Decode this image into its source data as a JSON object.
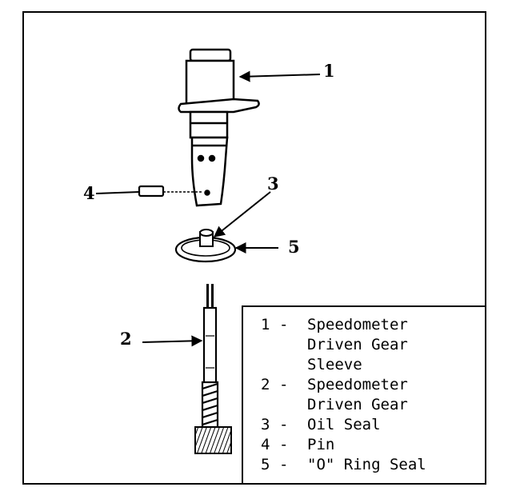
{
  "callouts": [
    "1",
    "2",
    "3",
    "4",
    "5"
  ],
  "legend": [
    {
      "num": "1",
      "dash": "-",
      "text": "Speedometer\nDriven Gear\nSleeve"
    },
    {
      "num": "2",
      "dash": "-",
      "text": "Speedometer\nDriven Gear"
    },
    {
      "num": "3",
      "dash": "-",
      "text": "Oil Seal"
    },
    {
      "num": "4",
      "dash": "-",
      "text": "Pin"
    },
    {
      "num": "5",
      "dash": "-",
      "text": "\"O\" Ring Seal"
    }
  ]
}
